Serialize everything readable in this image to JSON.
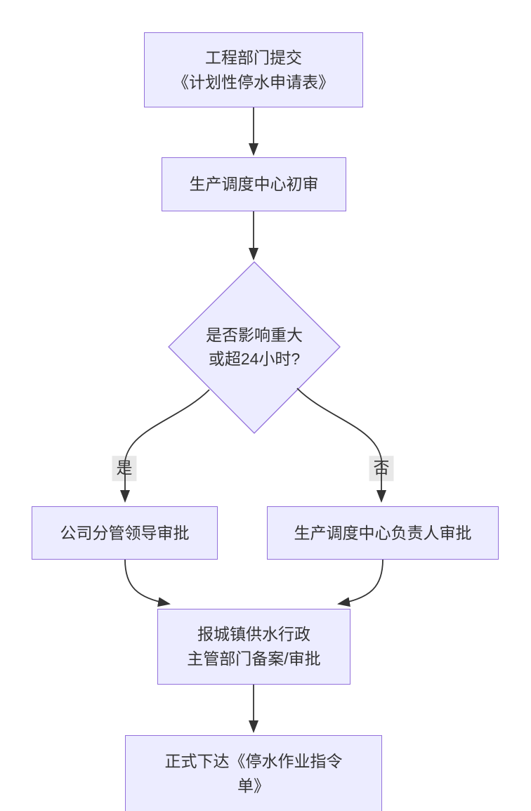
{
  "diagram": {
    "type": "flowchart",
    "direction": "top-down",
    "colors": {
      "node_fill": "#ECECFF",
      "node_border": "#9370DB",
      "edge_line": "#333333",
      "text": "#333333",
      "edge_label_bg": "#e8e8e8",
      "background": "#ffffff"
    },
    "nodes": [
      {
        "id": "submit",
        "shape": "rect",
        "label": "工程部门提交\n《计划性停水申请表》"
      },
      {
        "id": "initial-review",
        "shape": "rect",
        "label": "生产调度中心初审"
      },
      {
        "id": "decision",
        "shape": "diamond",
        "label": "是否影响重大\n或超24小时?"
      },
      {
        "id": "leader-approval",
        "shape": "rect",
        "label": "公司分管领导审批"
      },
      {
        "id": "center-head-approval",
        "shape": "rect",
        "label": "生产调度中心负责人审批"
      },
      {
        "id": "gov-filing",
        "shape": "rect",
        "label": "报城镇供水行政\n主管部门备案/审批"
      },
      {
        "id": "issue-order",
        "shape": "rect",
        "label": "正式下达《停水作业指令\n单》"
      }
    ],
    "edges": [
      {
        "from": "submit",
        "to": "initial-review",
        "label": ""
      },
      {
        "from": "initial-review",
        "to": "decision",
        "label": ""
      },
      {
        "from": "decision",
        "to": "leader-approval",
        "label": "是"
      },
      {
        "from": "decision",
        "to": "center-head-approval",
        "label": "否"
      },
      {
        "from": "leader-approval",
        "to": "gov-filing",
        "label": ""
      },
      {
        "from": "center-head-approval",
        "to": "gov-filing",
        "label": ""
      },
      {
        "from": "gov-filing",
        "to": "issue-order",
        "label": ""
      }
    ]
  }
}
